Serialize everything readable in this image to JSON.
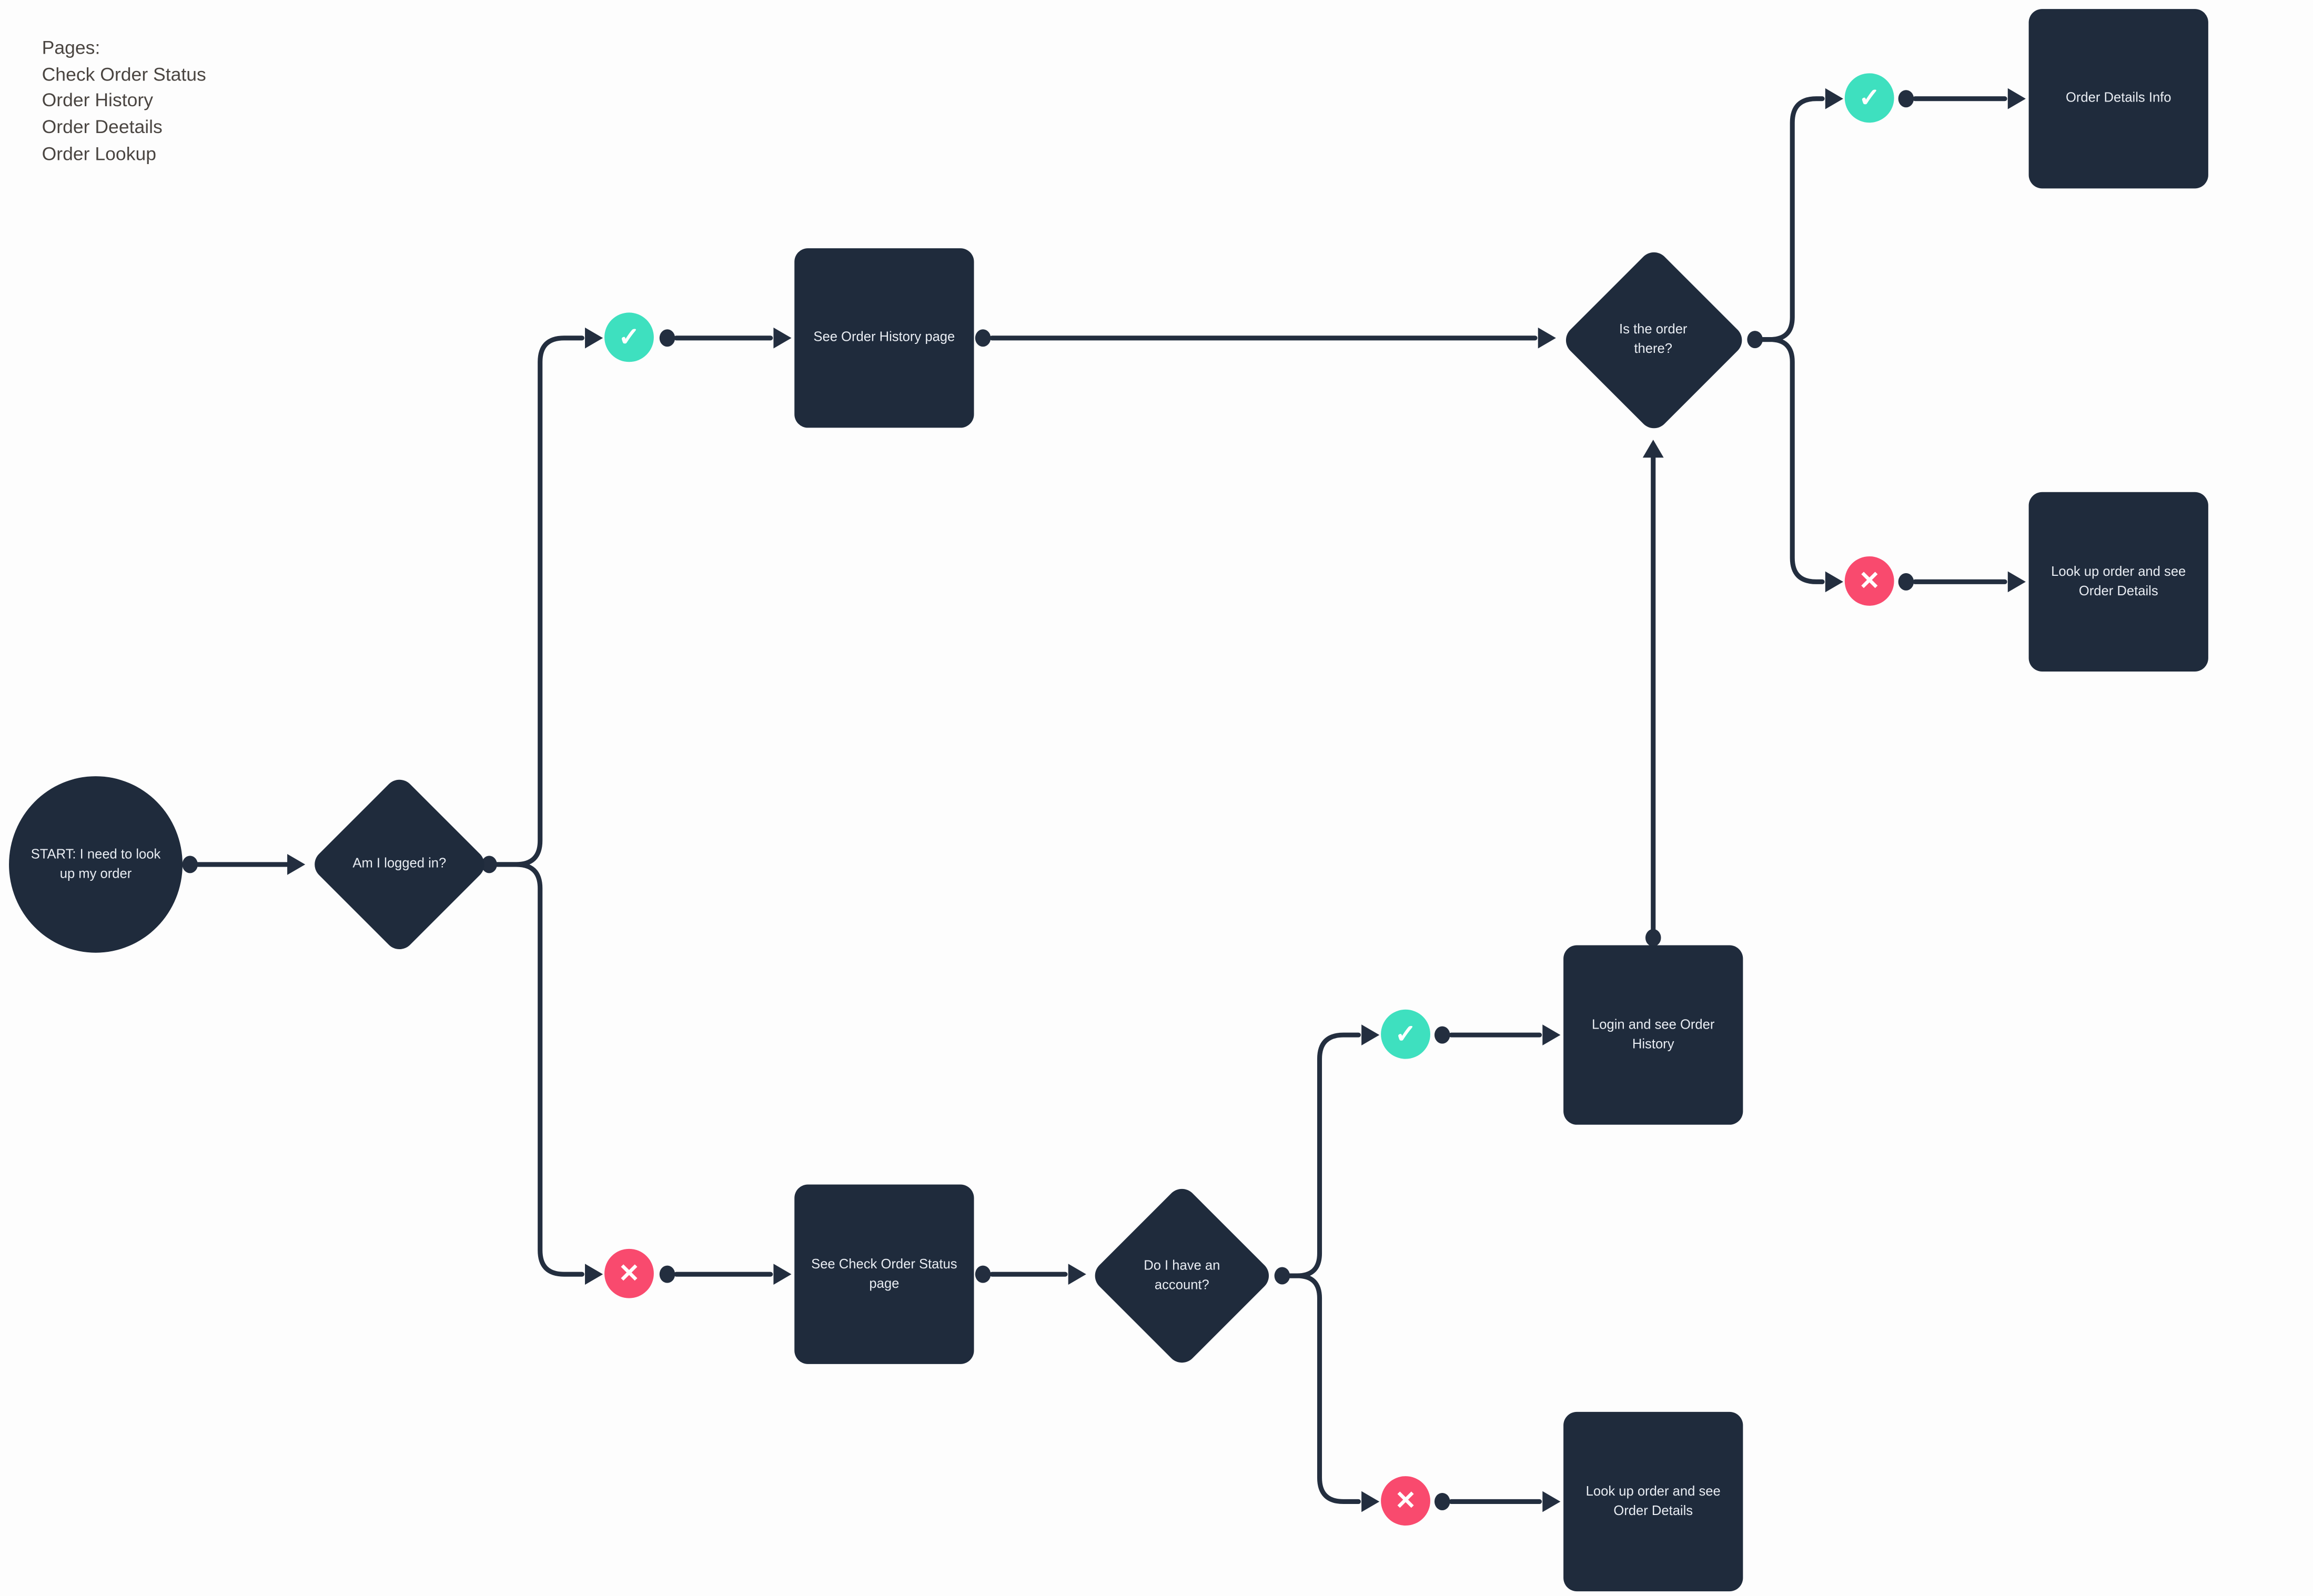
{
  "notes": {
    "title": "Pages:",
    "items": [
      "Check Order Status",
      "Order History",
      "Order Deetails",
      "Order Lookup"
    ]
  },
  "nodes": {
    "start": {
      "label": "START: I need to look up my order"
    },
    "am_i_logged_in": {
      "label": "Am I logged in?"
    },
    "see_order_history": {
      "label": "See Order History page"
    },
    "is_order_there": {
      "label": "Is the order there?"
    },
    "order_details_info": {
      "label": "Order Details Info"
    },
    "lookup_order_top": {
      "label": "Look up order and see Order Details"
    },
    "see_check_order_status": {
      "label": "See Check Order Status page"
    },
    "do_i_have_account": {
      "label": "Do I have an account?"
    },
    "login_see_history": {
      "label": "Login and see Order History"
    },
    "lookup_order_bottom": {
      "label": "Look up order and see Order Details"
    }
  },
  "badges": {
    "yes_glyph": "✓",
    "no_glyph": "✕"
  },
  "colors": {
    "background": "#fdfdfd",
    "node_fill": "#1f2b3c",
    "node_text": "#e9edf3",
    "connector": "#232e3f",
    "yes_badge": "#3ee0bf",
    "no_badge": "#f94a6e",
    "note_text": "#4a4541"
  }
}
